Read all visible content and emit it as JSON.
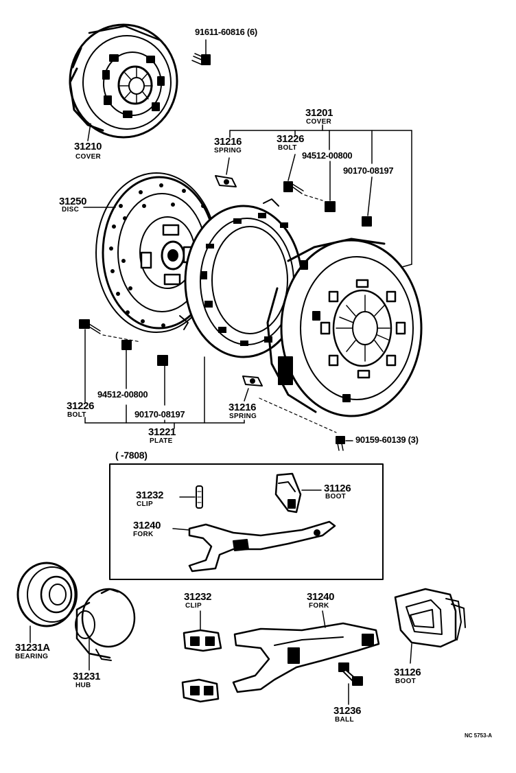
{
  "parts": {
    "p31210": {
      "number": "31210",
      "name": "COVER"
    },
    "p91611": {
      "number": "91611-60816 (6)"
    },
    "p31201": {
      "number": "31201",
      "name": "COVER"
    },
    "p31216a": {
      "number": "31216",
      "name": "SPRING"
    },
    "p31226a": {
      "number": "31226",
      "name": "BOLT"
    },
    "p94512a": {
      "number": "94512-00800"
    },
    "p90170a": {
      "number": "90170-08197"
    },
    "p31250": {
      "number": "31250",
      "name": "DISC"
    },
    "p31226b": {
      "number": "31226",
      "name": "BOLT"
    },
    "p94512b": {
      "number": "94512-00800"
    },
    "p90170b": {
      "number": "90170-08197"
    },
    "p31216b": {
      "number": "31216",
      "name": "SPRING"
    },
    "p31221": {
      "number": "31221",
      "name": "PLATE"
    },
    "p90159": {
      "number": "90159-60139 (3)"
    },
    "p31232a": {
      "number": "31232",
      "name": "CLIP"
    },
    "p31126a": {
      "number": "31126",
      "name": "BOOT"
    },
    "p31240a": {
      "number": "31240",
      "name": "FORK"
    },
    "p31231A": {
      "number": "31231A",
      "name": "BEARING"
    },
    "p31231": {
      "number": "31231",
      "name": "HUB"
    },
    "p31232b": {
      "number": "31232",
      "name": "CLIP"
    },
    "p31240b": {
      "number": "31240",
      "name": "FORK"
    },
    "p31126b": {
      "number": "31126",
      "name": "BOOT"
    },
    "p31236": {
      "number": "31236",
      "name": "BALL"
    }
  },
  "box_caption": "(        -7808)",
  "footer_code": "NC 5753-A"
}
